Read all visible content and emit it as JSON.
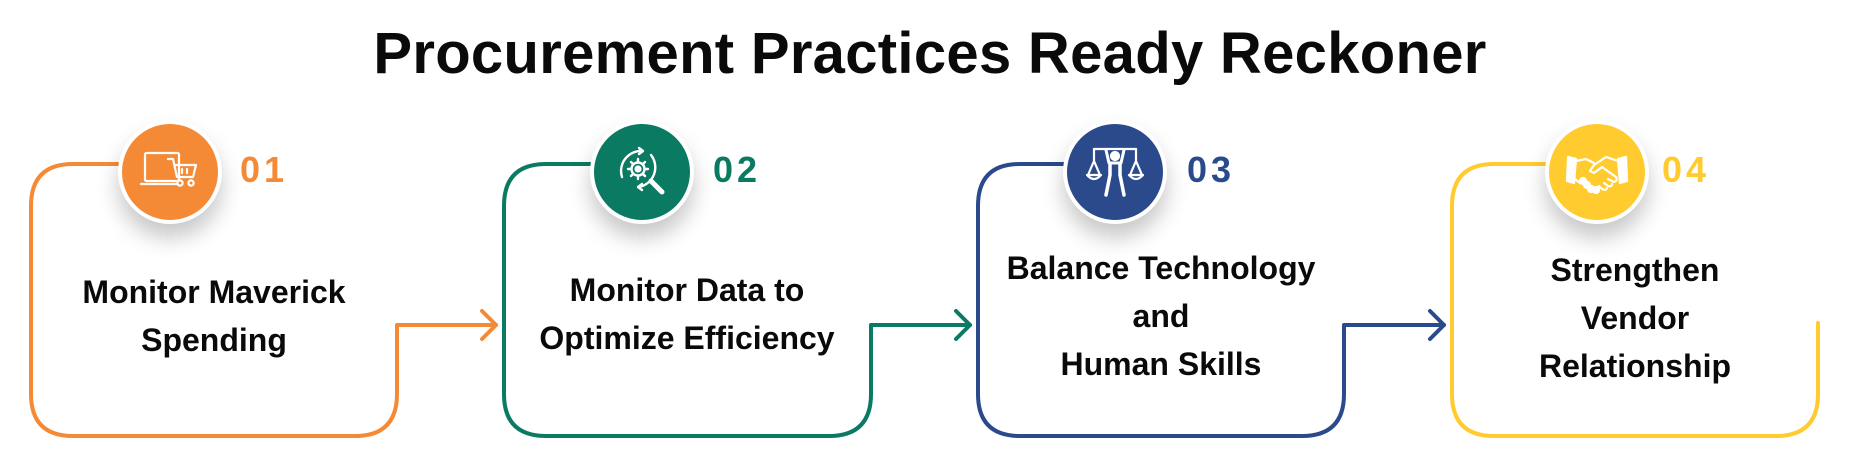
{
  "title": "Procurement Practices Ready Reckoner",
  "steps": [
    {
      "number": "01",
      "icon": "laptop-shopping-cart-icon",
      "color": "#F58A36",
      "lines": [
        "Monitor Maverick",
        "Spending"
      ]
    },
    {
      "number": "02",
      "icon": "gear-magnifier-icon",
      "color": "#0B7A62",
      "lines": [
        "Monitor Data to",
        "Optimize Efficiency"
      ]
    },
    {
      "number": "03",
      "icon": "person-balance-scale-icon",
      "color": "#2B4A8B",
      "lines": [
        "Balance Technology",
        "and",
        "Human Skills"
      ]
    },
    {
      "number": "04",
      "icon": "handshake-icon",
      "color": "#FFCB2E",
      "lines": [
        "Strengthen",
        "Vendor",
        "Relationship"
      ]
    }
  ]
}
